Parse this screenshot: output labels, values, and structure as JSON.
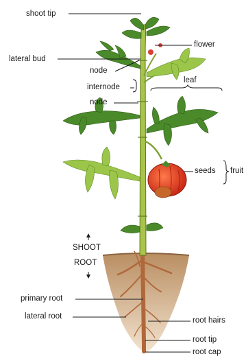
{
  "labels": {
    "shoot_tip": "shoot tip",
    "lateral_bud": "lateral bud",
    "node_upper": "node",
    "internode": "internode",
    "node_lower": "node",
    "flower": "flower",
    "leaf": "leaf",
    "seeds": "seeds",
    "fruit": "fruit",
    "shoot": "SHOOT",
    "root": "ROOT",
    "primary_root": "primary root",
    "lateral_root": "lateral root",
    "root_hairs": "root hairs",
    "root_tip": "root tip",
    "root_cap": "root cap"
  },
  "colors": {
    "stem": "#a9c44a",
    "leaf": "#4a8a2a",
    "leaf_light": "#9cc64a",
    "soil": "#c9a27a",
    "root": "#b0683a",
    "tomato": "#e8351c",
    "flower": "#d8423a"
  }
}
